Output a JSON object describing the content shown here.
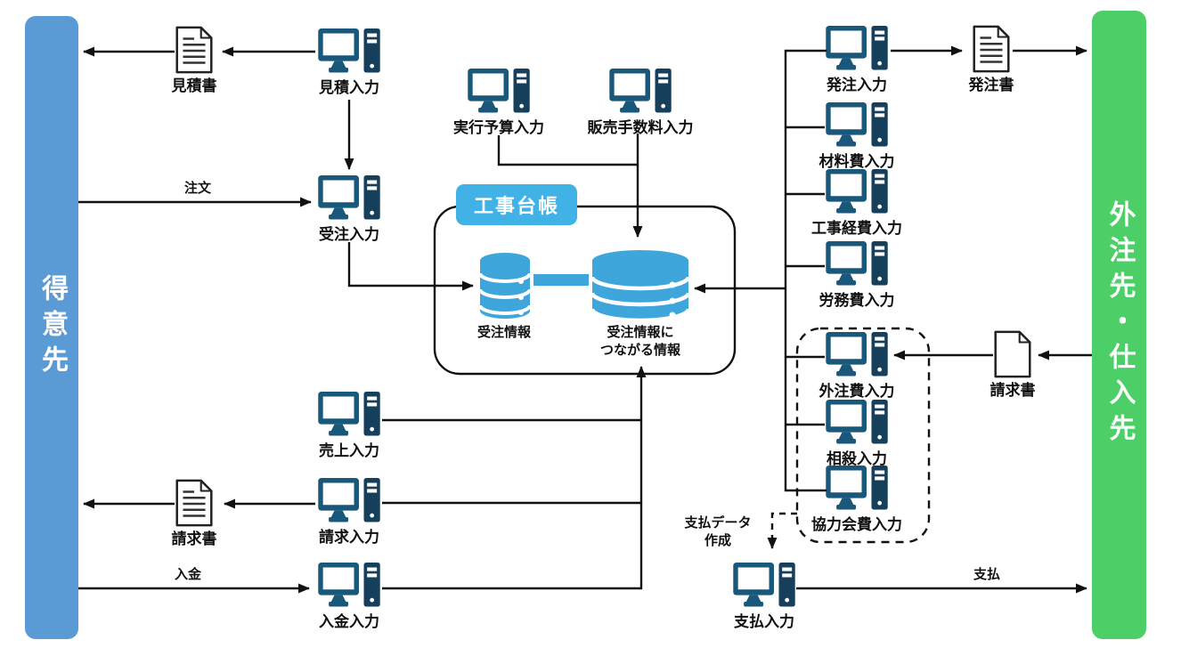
{
  "left_bar": {
    "label": "得意先",
    "color": "#5b9bd5"
  },
  "right_bar": {
    "label": "外注先・仕入先",
    "color": "#4ccf66"
  },
  "ledger": {
    "badge_label": "工事台帳",
    "badge_color": "#40b2e6",
    "database_color": "#3ea6da",
    "db_small_label": "受注情報",
    "db_big_label_line1": "受注情報に",
    "db_big_label_line2": "つながる情報"
  },
  "terminals": {
    "mitsumori": "見積入力",
    "juchuu": "受注入力",
    "jikkou_yosan": "実行予算入力",
    "hanbai_tesuuryou": "販売手数料入力",
    "uriage": "売上入力",
    "seikyuu": "請求入力",
    "nyuukin": "入金入力",
    "hacchuu": "発注入力",
    "zairyouhi": "材料費入力",
    "kouji_keihi": "工事経費入力",
    "roumuhi": "労務費入力",
    "gaichuuhi": "外注費入力",
    "sousai": "相殺入力",
    "kyouryoku_kaihi": "協力会費入力",
    "shiharai": "支払入力"
  },
  "documents": {
    "mitsumorisho": "見積書",
    "seikyuusho_left": "請求書",
    "hacchuusho": "発注書",
    "seikyuusho_right": "請求書"
  },
  "flow_labels": {
    "chuumon": "注文",
    "nyuukin": "入金",
    "shiharai": "支払",
    "shiharai_data_line1": "支払データ",
    "shiharai_data_line2": "作成"
  },
  "icon_colors": {
    "computer_monitor": "#19587b",
    "computer_tower": "#163f5b"
  }
}
